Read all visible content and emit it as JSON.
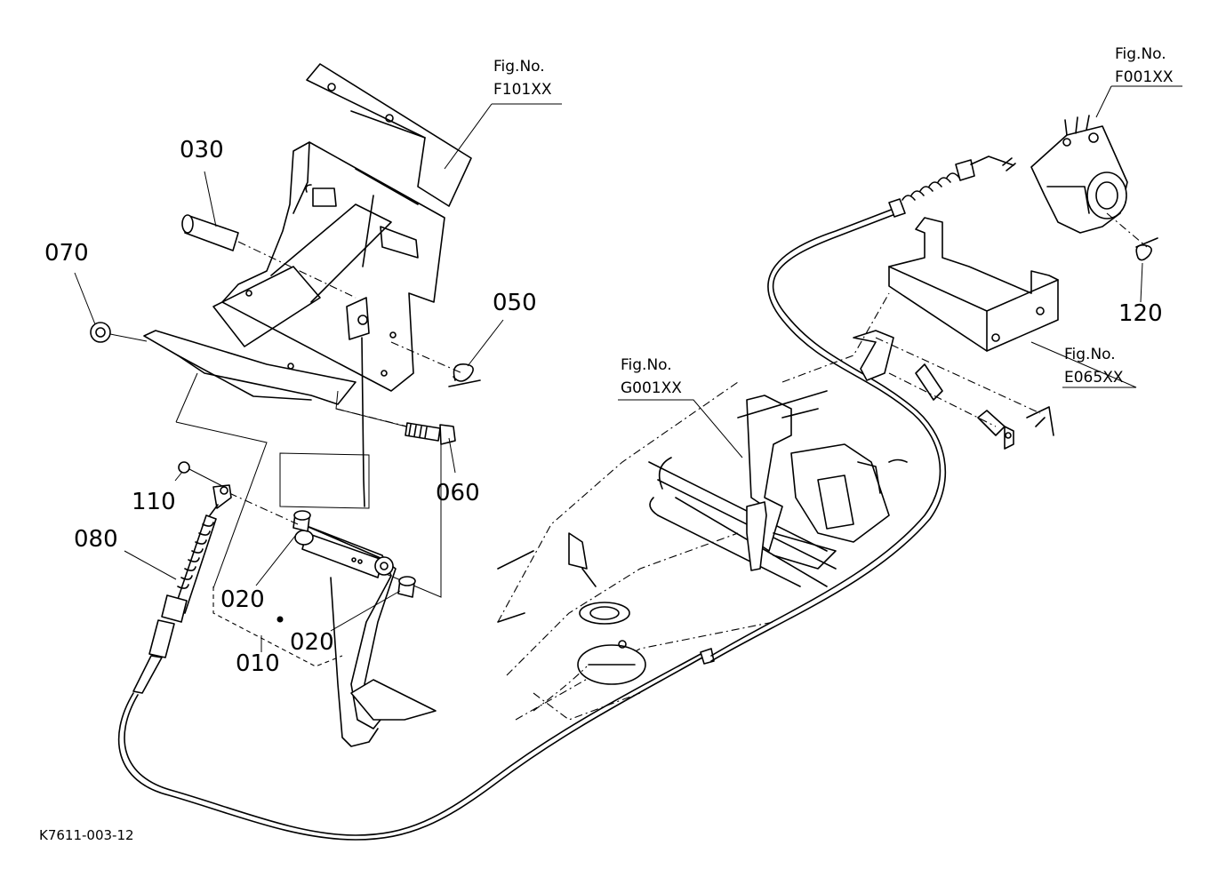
{
  "figure": {
    "code": "K7611-003-12",
    "part_labels": [
      "030",
      "070",
      "050",
      "060",
      "110",
      "080",
      "020",
      "020",
      "010",
      "120"
    ],
    "fig_refs": [
      {
        "title": "Fig.No.",
        "code": "F101XX"
      },
      {
        "title": "Fig.No.",
        "code": "F001XX"
      },
      {
        "title": "Fig.No.",
        "code": "G001XX"
      },
      {
        "title": "Fig.No.",
        "code": "E065XX"
      }
    ]
  }
}
